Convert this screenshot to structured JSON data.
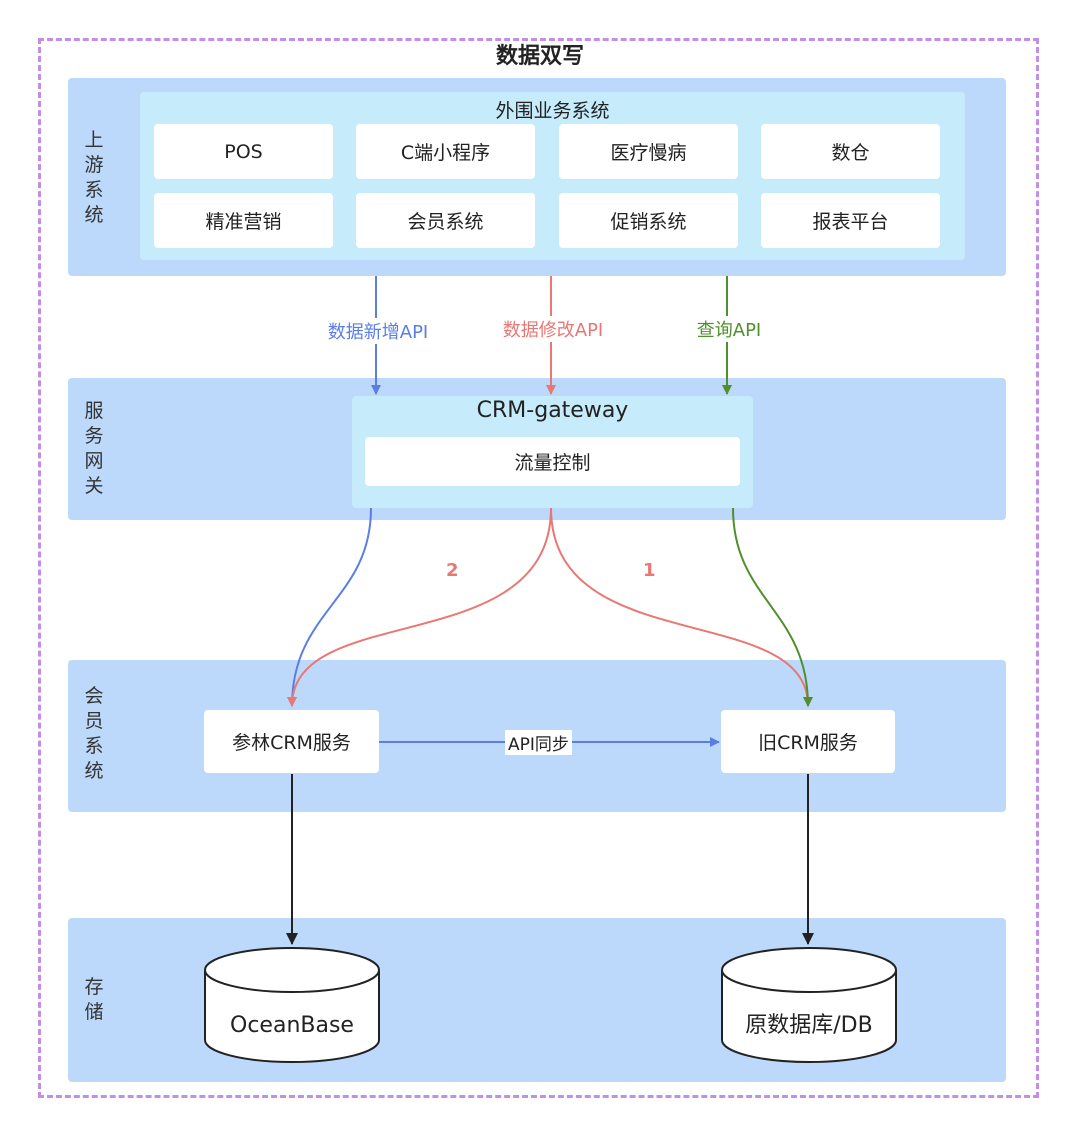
{
  "title": "数据双写",
  "layers": {
    "upstream": {
      "label": [
        "上",
        "游",
        "系",
        "统"
      ]
    },
    "gateway": {
      "label": [
        "服",
        "务",
        "网",
        "关"
      ]
    },
    "member": {
      "label": [
        "会",
        "员",
        "系",
        "统"
      ]
    },
    "storage": {
      "label": [
        "存",
        "储"
      ]
    }
  },
  "upstream_group": {
    "title": "外围业务系统",
    "systems": [
      "POS",
      "C端小程序",
      "医疗慢病",
      "数仓",
      "精准营销",
      "会员系统",
      "促销系统",
      "报表平台"
    ]
  },
  "flows": {
    "create_api": "数据新增API",
    "update_api": "数据修改API",
    "query_api": "查询API",
    "order_2": "2",
    "order_1": "1"
  },
  "gateway": {
    "title": "CRM-gateway",
    "flow_control": "流量控制"
  },
  "services": {
    "new_crm": "参林CRM服务",
    "old_crm": "旧CRM服务",
    "sync": "API同步"
  },
  "storage": {
    "oceanbase": "OceanBase",
    "legacy_db": "原数据库/DB"
  },
  "colors": {
    "blue": "#5b7ee6",
    "red": "#e97774",
    "green": "#4f8f2c",
    "dark": "#222222",
    "band": "#bcd9fb",
    "inner": "#c6ebfb",
    "frame": "#c58ee6"
  }
}
